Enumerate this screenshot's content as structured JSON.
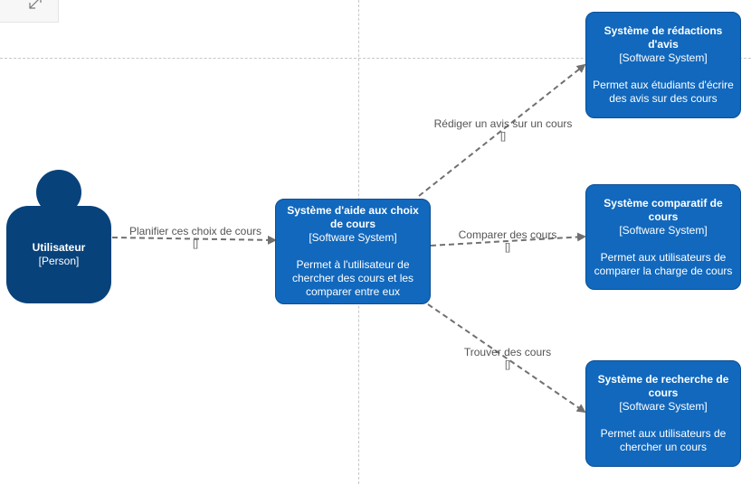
{
  "diagram": {
    "person": {
      "title": "Utilisateur",
      "kind": "[Person]"
    },
    "main_system": {
      "title": "Système d'aide aux choix de cours",
      "kind": "[Software System]",
      "description": "Permet à l'utilisateur de chercher des cours et les comparer entre eux"
    },
    "systems": [
      {
        "title": "Système de rédactions d'avis",
        "kind": "[Software System]",
        "description": "Permet aux étudiants d'écrire des avis sur des cours"
      },
      {
        "title": "Système comparatif de cours",
        "kind": "[Software System]",
        "description": "Permet aux utilisateurs de comparer la charge de cours"
      },
      {
        "title": "Système de recherche de cours",
        "kind": "[Software System]",
        "description": "Permet aux utilisateurs de chercher un cours"
      }
    ],
    "relationships": [
      {
        "label": "Planifier ces choix de cours",
        "tech": "[]"
      },
      {
        "label": "Rédiger un avis sur un cours",
        "tech": "[]"
      },
      {
        "label": "Comparer des cours",
        "tech": "[]"
      },
      {
        "label": "Trouver des cours",
        "tech": "[]"
      }
    ]
  },
  "colors": {
    "person": "#08427b",
    "system": "#1168bd",
    "edge": "#707070"
  },
  "icons": {
    "corner": "expand-icon"
  }
}
